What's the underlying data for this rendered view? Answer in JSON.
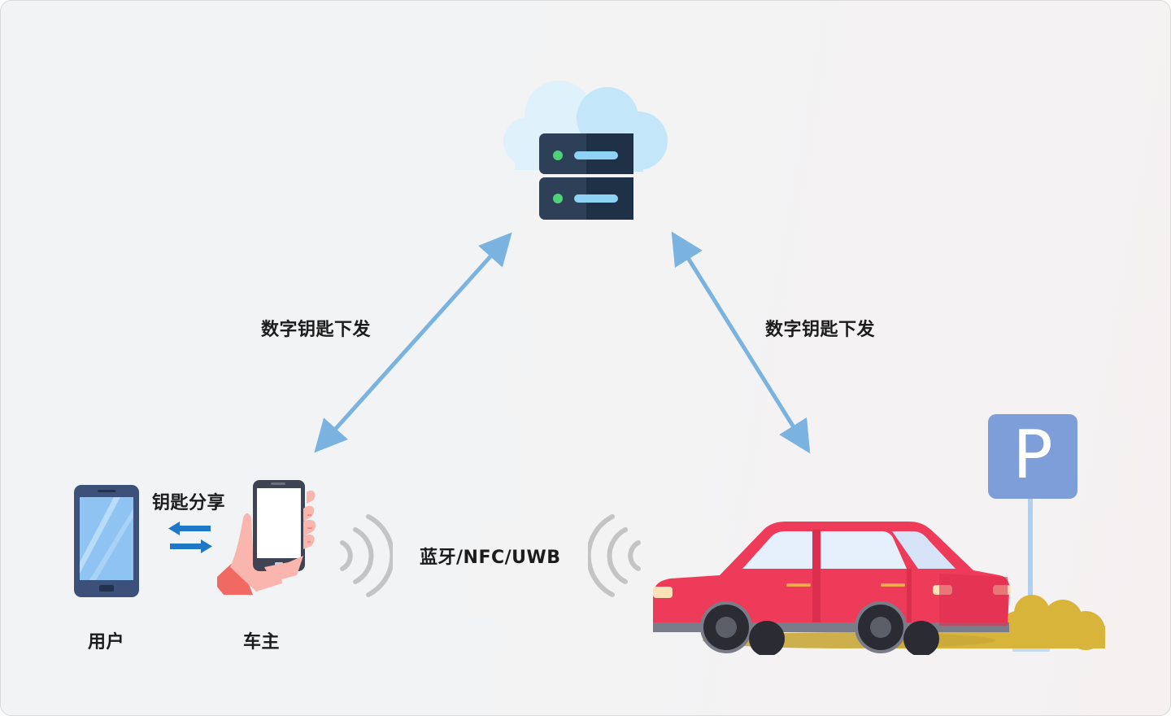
{
  "labels": {
    "key_issue_left": "数字钥匙下发",
    "key_issue_right": "数字钥匙下发",
    "key_share": "钥匙分享",
    "user": "用户",
    "owner": "车主",
    "wireless": "蓝牙/NFC/UWB"
  },
  "icons": {
    "cloud_server": "cloud-server-icon",
    "user_phone": "smartphone-icon",
    "owner_phone": "hand-holding-phone-icon",
    "share_arrows": "swap-arrows-icon",
    "signal_left": "wireless-signal-icon",
    "signal_right": "wireless-signal-icon",
    "car": "red-car-icon",
    "parking_sign": "parking-sign-icon",
    "bush": "bush-icon"
  },
  "parking_sign_text": "P",
  "colors": {
    "arrow": "#7ab3df",
    "server": "#243447",
    "car_body": "#ef3b5a",
    "parking_sign": "#7d9ed9",
    "share_arrows": "#1f77c7",
    "signal": "#c4c4c4"
  }
}
